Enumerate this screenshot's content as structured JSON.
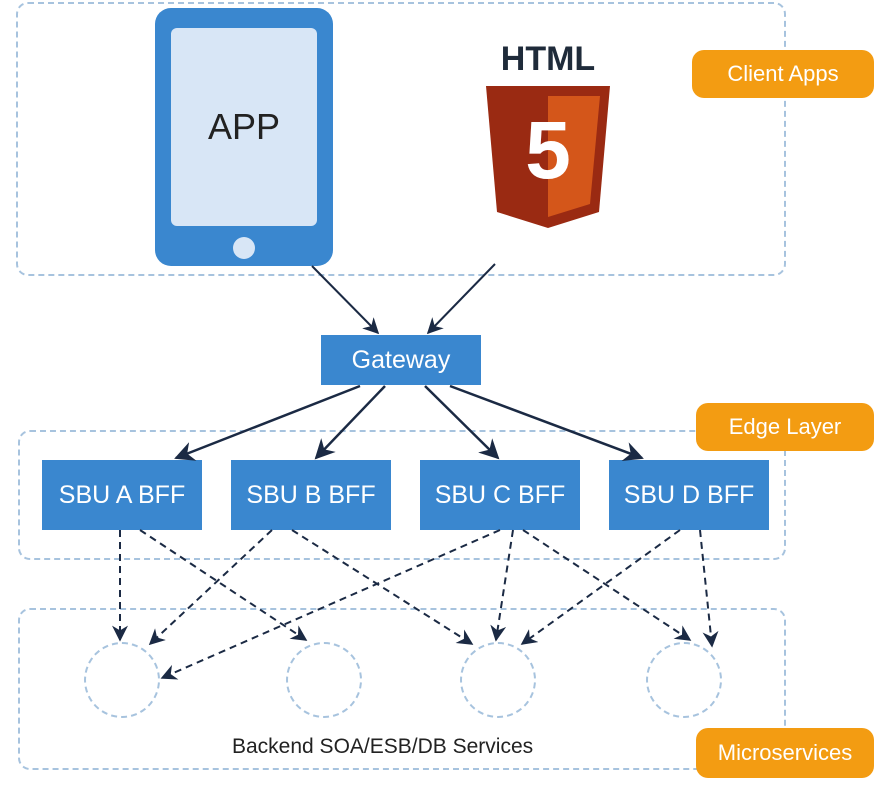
{
  "client": {
    "app_label": "APP",
    "html_label": "HTML",
    "html5_glyph": "5"
  },
  "gateway": {
    "label": "Gateway"
  },
  "bffs": [
    {
      "label": "SBU A BFF"
    },
    {
      "label": "SBU B BFF"
    },
    {
      "label": "SBU C BFF"
    },
    {
      "label": "SBU D BFF"
    }
  ],
  "backend": {
    "caption": "Backend SOA/ESB/DB Services"
  },
  "tags": {
    "client": "Client Apps",
    "edge": "Edge Layer",
    "micro": "Microservices"
  },
  "colors": {
    "box": "#3a87cf",
    "tag": "#f39c12",
    "dashed_border": "#a7c3de",
    "arrow": "#1b2a44",
    "html5_dark": "#9a2a12",
    "html5_light": "#d4561a"
  },
  "connections": {
    "solid": [
      [
        "app",
        "gateway"
      ],
      [
        "html5",
        "gateway"
      ],
      [
        "gateway",
        "bff_a"
      ],
      [
        "gateway",
        "bff_b"
      ],
      [
        "gateway",
        "bff_c"
      ],
      [
        "gateway",
        "bff_d"
      ]
    ],
    "dashed": [
      [
        "bff_a",
        "svc_1"
      ],
      [
        "bff_a",
        "svc_2"
      ],
      [
        "bff_b",
        "svc_1"
      ],
      [
        "bff_b",
        "svc_3"
      ],
      [
        "bff_c",
        "svc_1"
      ],
      [
        "bff_c",
        "svc_3"
      ],
      [
        "bff_c",
        "svc_4"
      ],
      [
        "bff_d",
        "svc_3"
      ],
      [
        "bff_d",
        "svc_4"
      ]
    ]
  }
}
